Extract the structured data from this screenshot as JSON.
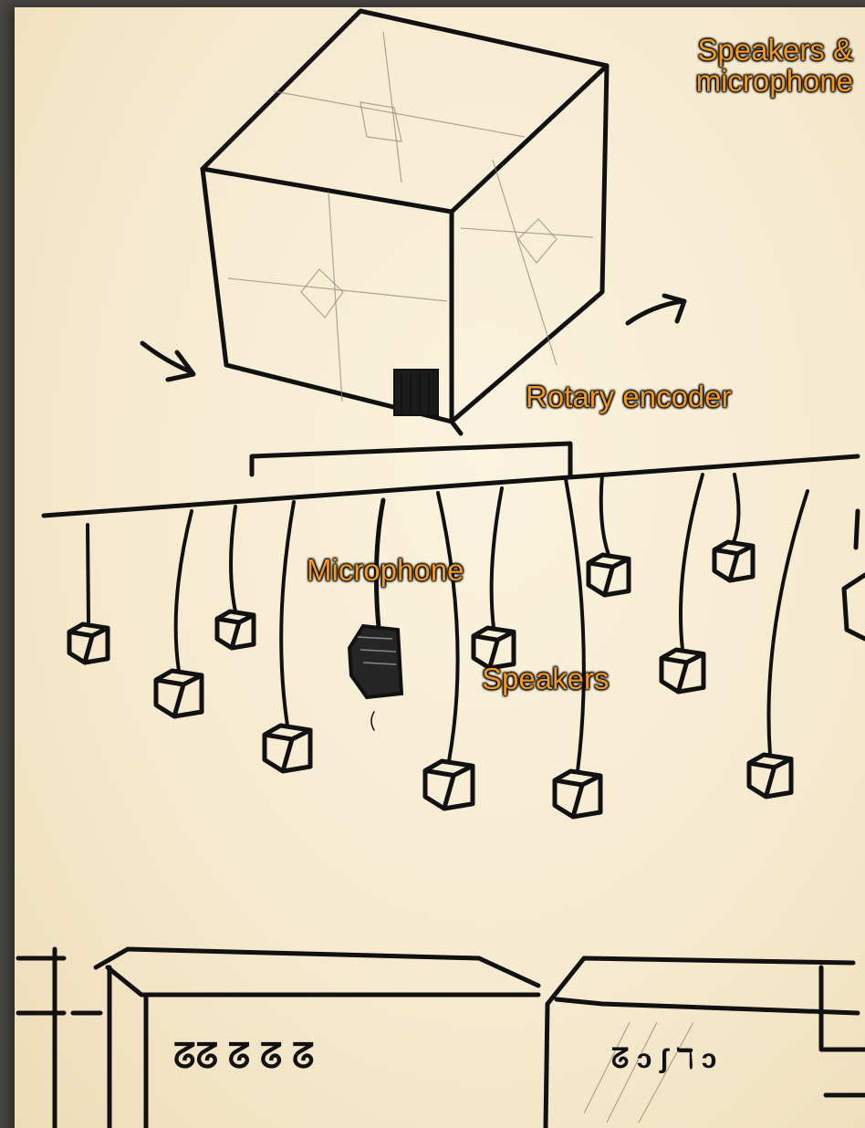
{
  "labels": {
    "top_line1": "Speakers &",
    "top_line2": "microphone",
    "rotary": "Rotary encoder",
    "microphone": "Microphone",
    "speakers": "Speakers"
  },
  "colors": {
    "label_text": "#f29a1f",
    "label_outline": "#000000",
    "paper": "#f7ecd3",
    "ink": "#111111",
    "background": "#4a4845"
  },
  "icons": {
    "cube": "cube-sketch",
    "arrow": "rotation-arrow",
    "speaker": "speaker-cube",
    "mic": "microphone-cube"
  }
}
